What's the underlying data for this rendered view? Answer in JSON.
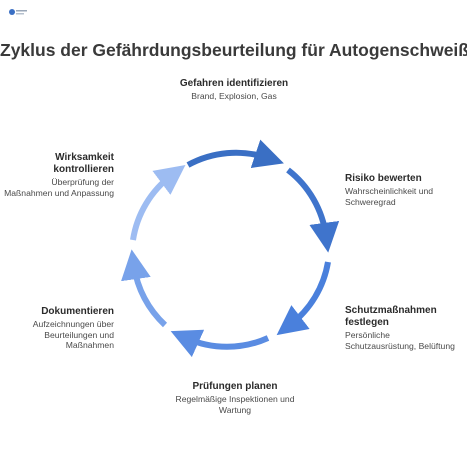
{
  "title": "Zyklus der Gefährdungsbeurteilung für Autogenschweißen",
  "colors": {
    "arc_dark": "#3a6fc4",
    "arc_mid": "#4a7fd9",
    "arc_light": "#7ea6ec",
    "arc_lightest": "#9ebcf2"
  },
  "steps": [
    {
      "title": "Gefahren identifizieren",
      "description": "Brand, Explosion, Gas"
    },
    {
      "title": "Risiko bewerten",
      "description": "Wahrscheinlichkeit und Schweregrad"
    },
    {
      "title": "Schutzmaßnahmen festlegen",
      "description": "Persönliche Schutzausrüstung, Belüftung"
    },
    {
      "title": "Prüfungen planen",
      "description": "Regelmäßige Inspektionen und Wartung"
    },
    {
      "title": "Dokumentieren",
      "description": "Aufzeichnungen über Beurteilungen und Maßnahmen"
    },
    {
      "title": "Wirksamkeit kontrollieren",
      "description": "Überprüfung der Maßnahmen und Anpassung"
    }
  ]
}
